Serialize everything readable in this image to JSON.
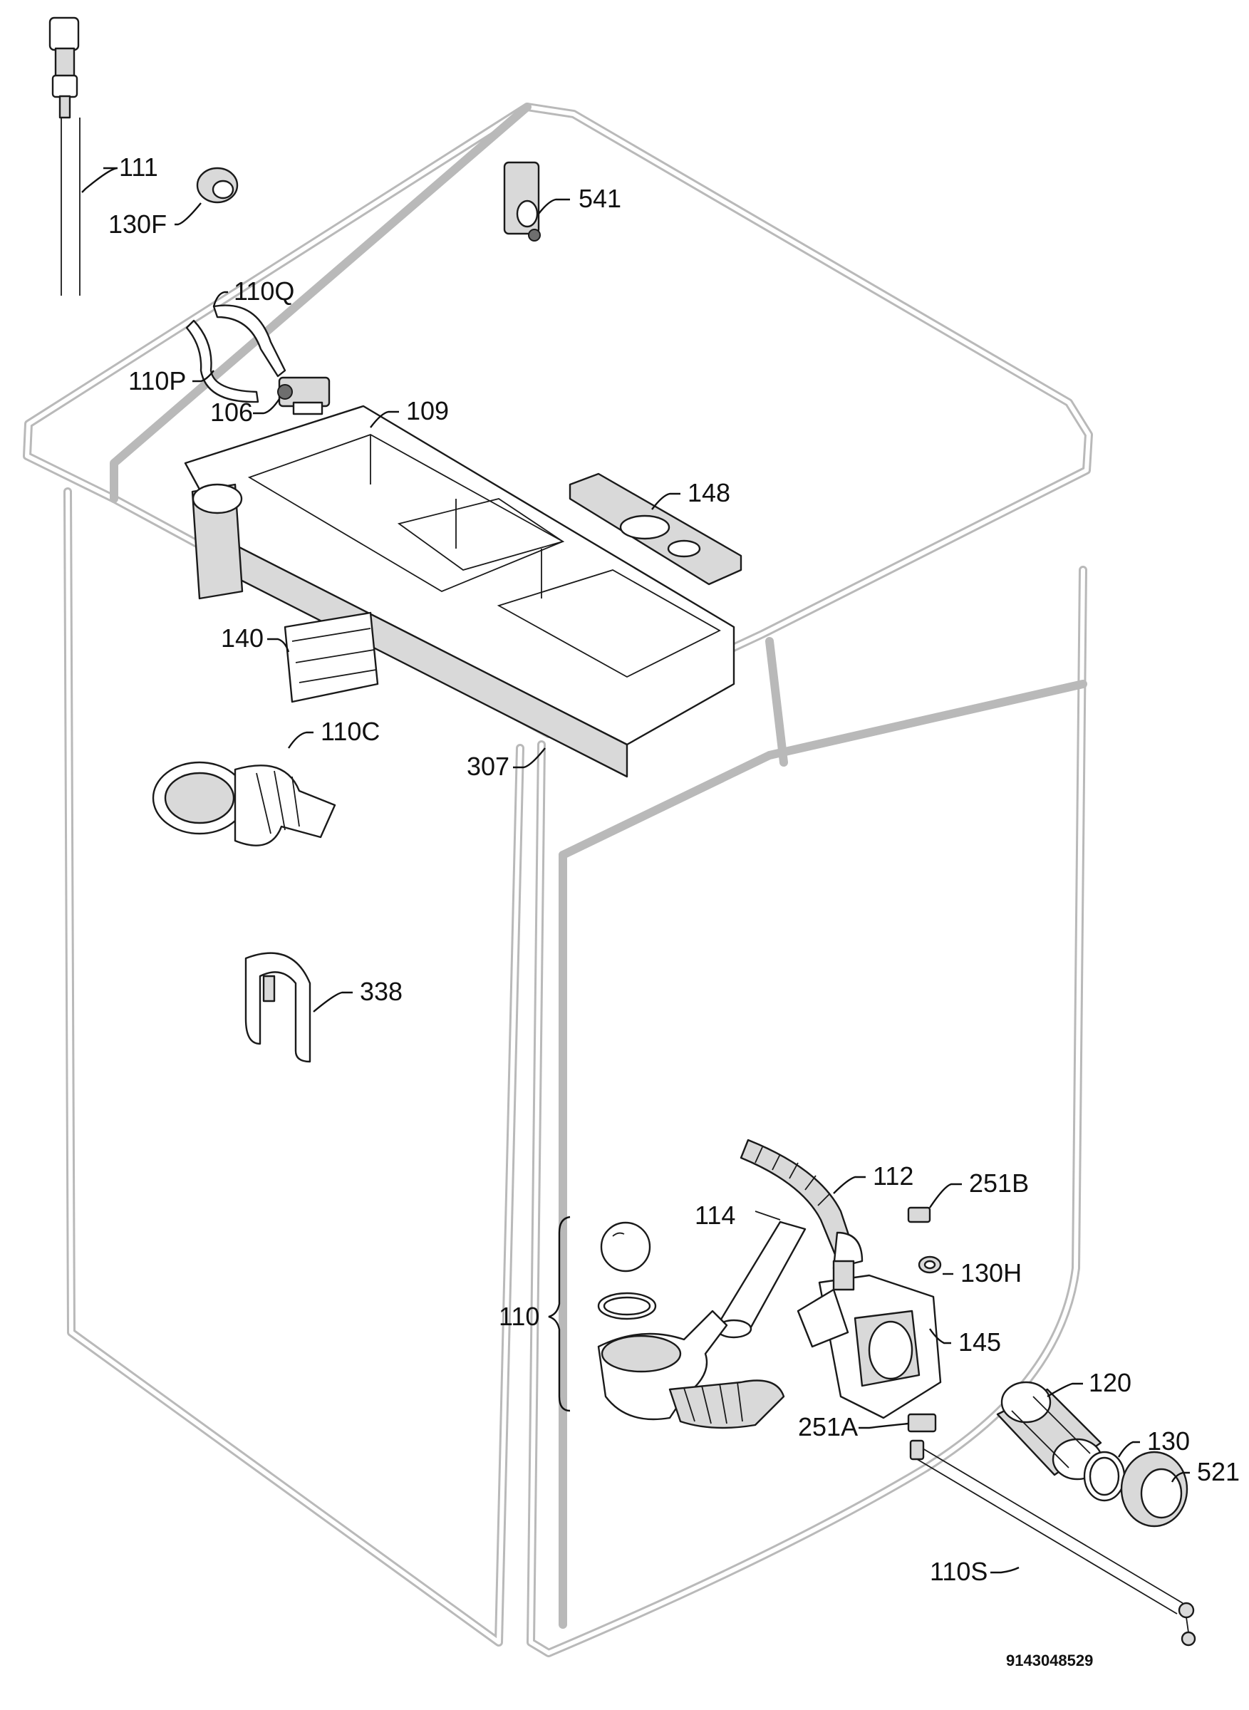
{
  "callouts": {
    "c111": "111",
    "c130F": "130F",
    "c541": "541",
    "c110Q": "110Q",
    "c110P": "110P",
    "c106": "106",
    "c109": "109",
    "c148": "148",
    "c140": "140",
    "c110C": "110C",
    "c307": "307",
    "c338": "338",
    "c112": "112",
    "c251B": "251B",
    "c114": "114",
    "c130H": "130H",
    "c110": "110",
    "c145": "145",
    "c120": "120",
    "c251A": "251A",
    "c130": "130",
    "c521": "521",
    "c110S": "110S"
  },
  "document_number": "9143048529"
}
